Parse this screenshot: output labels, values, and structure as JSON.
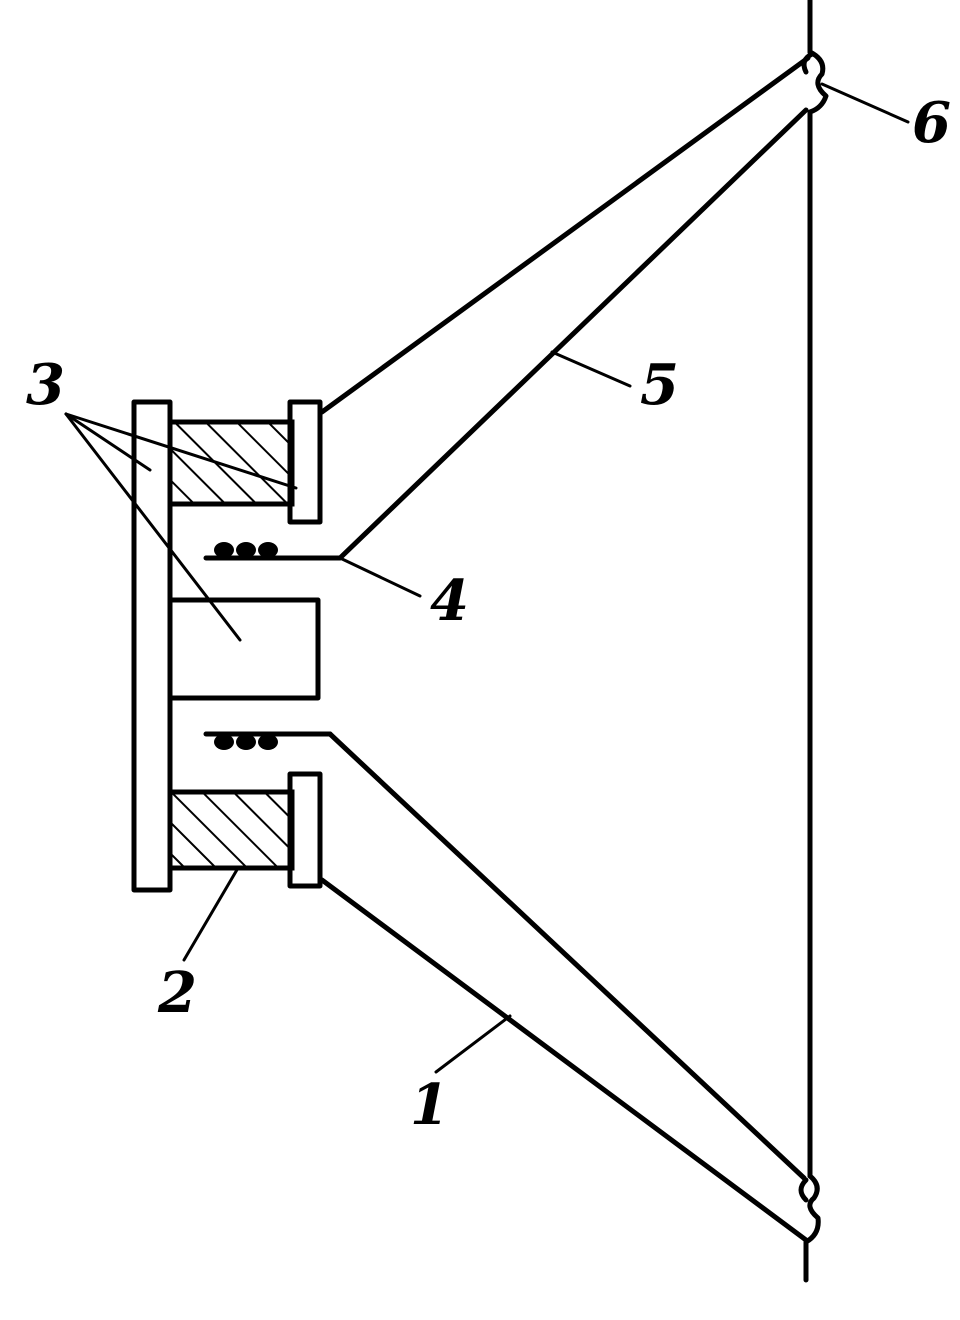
{
  "labels": {
    "cone": "1",
    "magnet": "2",
    "magnetic_circuit": "3",
    "voice_coil": "4",
    "diffuser": "5",
    "suspension": "6"
  }
}
